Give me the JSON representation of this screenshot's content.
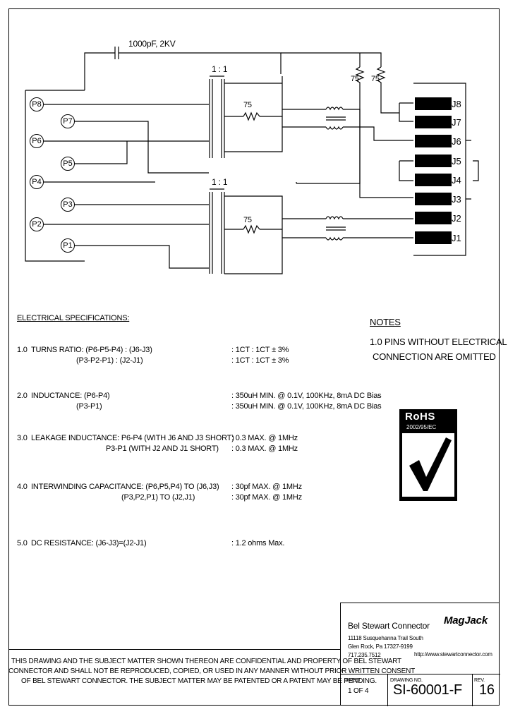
{
  "schematic": {
    "capacitor_label": "1000pF, 2KV",
    "ratio_top": "1 : 1",
    "ratio_bottom": "1 : 1",
    "res_top": "75",
    "res_bottom": "75",
    "res_right_a": "75",
    "res_right_b": "75",
    "pins_left": [
      "P8",
      "P7",
      "P6",
      "P5",
      "P4",
      "P3",
      "P2",
      "P1"
    ],
    "jacks": [
      "J8",
      "J7",
      "J6",
      "J5",
      "J4",
      "J3",
      "J2",
      "J1"
    ]
  },
  "specs": {
    "heading": "ELECTRICAL SPECIFICATIONS:",
    "items": [
      {
        "num": "1.0",
        "left1": "TURNS RATIO: (P6-P5-P4) : (J6-J3)",
        "left2": "(P3-P2-P1) : (J2-J1)",
        "right1": ": 1CT : 1CT ± 3%",
        "right2": ": 1CT : 1CT ± 3%"
      },
      {
        "num": "2.0",
        "left1": "INDUCTANCE: (P6-P4)",
        "left2": "(P3-P1)",
        "right1": ": 350uH MIN. @ 0.1V, 100KHz, 8mA DC Bias",
        "right2": ": 350uH MIN. @ 0.1V, 100KHz, 8mA DC Bias"
      },
      {
        "num": "3.0",
        "left1": "LEAKAGE INDUCTANCE: P6-P4 (WITH J6 AND J3 SHORT)",
        "left2": "P3-P1 (WITH J2 AND J1 SHORT)",
        "right1": ": 0.3 MAX. @ 1MHz",
        "right2": ": 0.3 MAX. @ 1MHz"
      },
      {
        "num": "4.0",
        "left1": "INTERWINDING CAPACITANCE: (P6,P5,P4) TO (J6,J3)",
        "left2": "(P3,P2,P1) TO (J2,J1)",
        "right1": ": 30pf MAX. @ 1MHz",
        "right2": ": 30pf MAX. @ 1MHz"
      },
      {
        "num": "5.0",
        "left1": "DC RESISTANCE: (J6-J3)=(J2-J1)",
        "left2": "",
        "right1": ": 1.2 ohms Max.",
        "right2": ""
      }
    ]
  },
  "notes": {
    "heading": "NOTES",
    "line1": "1.0 PINS WITHOUT ELECTRICAL",
    "line2": "CONNECTION ARE OMITTED"
  },
  "rohs": {
    "title": "RoHS",
    "sub": "2002/95/EC"
  },
  "titleblock": {
    "company": "Bel Stewart Connector",
    "addr1": "11118 Susquehanna Trail South",
    "addr2": "Glen Rock, Pa 17327-9199",
    "phone": "717.235.7512",
    "brand": "MagJack",
    "website": "http://www.stewartconnector.com",
    "sheet_label": "SHEET",
    "sheet_value": "1 OF 4",
    "drawing_label": "DRAWING NO.",
    "drawing_value": "SI-60001-F",
    "rev_label": "REV.",
    "rev_value": "16"
  },
  "confidential": {
    "line1": "THIS DRAWING AND THE SUBJECT MATTER SHOWN THEREON ARE CONFIDENTIAL AND PROPERTY OF BEL STEWART",
    "line2": "CONNECTOR AND SHALL NOT BE REPRODUCED, COPIED, OR USED IN ANY MANNER WITHOUT PRIOR WRITTEN CONSENT",
    "line3": "OF BEL STEWART CONNECTOR. THE SUBJECT MATTER MAY BE PATENTED OR A PATENT MAY BE PENDING."
  }
}
